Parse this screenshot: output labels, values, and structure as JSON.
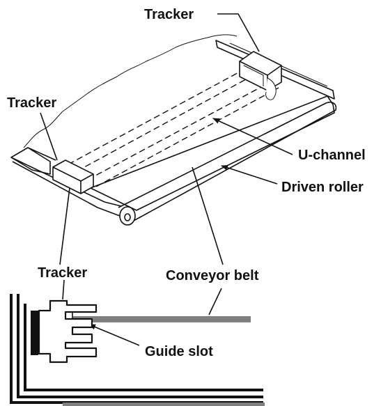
{
  "labels": {
    "tracker_top": "Tracker",
    "tracker_left": "Tracker",
    "u_channel": "U-channel",
    "driven_roller": "Driven roller",
    "tracker_detail": "Tracker",
    "conveyor_belt": "Conveyor belt",
    "guide_slot": "Guide slot"
  },
  "colors": {
    "line": "#111111",
    "belt_detail": "#808080",
    "background": "#ffffff"
  }
}
